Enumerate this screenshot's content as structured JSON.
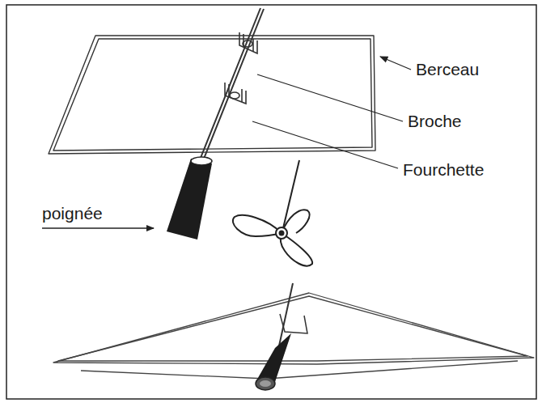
{
  "diagram": {
    "labels": [
      "Berceau",
      "Broche",
      "Fourchette",
      "poignée"
    ]
  }
}
